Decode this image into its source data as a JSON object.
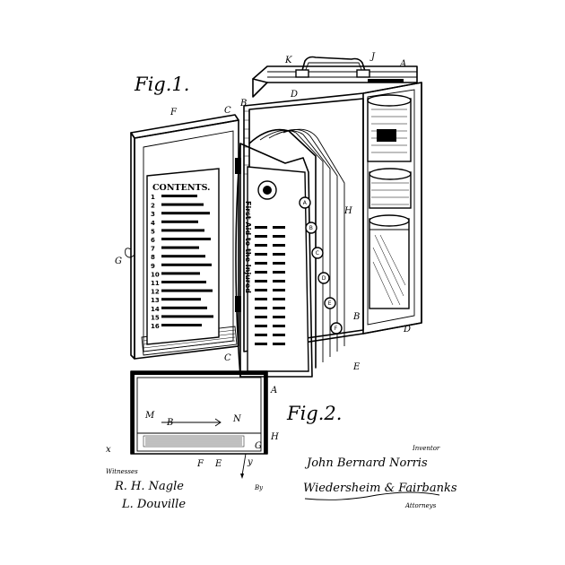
{
  "figures": {
    "fig1_label": "Fig.1.",
    "fig2_label": "Fig.2."
  },
  "reference_letters": {
    "A_lid": "A",
    "A_fig2": "A",
    "B_top": "B",
    "B_fig2": "B",
    "B_spool": "B",
    "C_top": "C",
    "C_bottom": "C",
    "D_top": "D",
    "D_bottom": "D",
    "E_book": "E",
    "E_fig2": "E",
    "F_door": "F",
    "F_fig2": "F",
    "G_hook": "G",
    "G_fig2": "G",
    "H_spools": "H",
    "H_fig2": "H",
    "J": "J",
    "K": "K",
    "M": "M",
    "N": "N",
    "x": "x",
    "y": "y"
  },
  "contents_card": {
    "heading": "CONTENTS.",
    "items": [
      "1",
      "2",
      "3",
      "4",
      "5",
      "6",
      "7",
      "8",
      "9",
      "10",
      "11",
      "12",
      "13",
      "14",
      "15",
      "16"
    ]
  },
  "book": {
    "title": "First Aid to the Injured",
    "tabs": [
      "A",
      "B",
      "C",
      "D",
      "E",
      "F"
    ]
  },
  "signatures": {
    "witnesses_label": "Witnesses",
    "witness_1": "R. H. Nagle",
    "witness_2": "L. Douville",
    "by_label": "By",
    "inventor_label": "Inventor",
    "inventor_name": "John Bernard Norris",
    "attorneys_name": "Wiedersheim & Fairbanks",
    "attorneys_label": "Attorneys"
  }
}
